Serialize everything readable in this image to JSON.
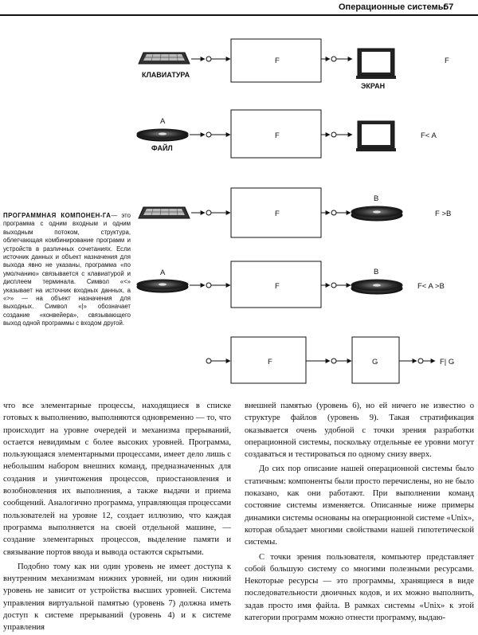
{
  "header": {
    "section_title": "Операционные системы",
    "page_number": "57"
  },
  "diagram": {
    "labels": {
      "keyboard": "КЛАВИАТУРА",
      "screen": "ЭКРАН",
      "file": "ФАЙЛ",
      "file_a": "A",
      "disk_b": "B",
      "box_f": "F",
      "box_g": "G"
    },
    "formulas": [
      "F",
      "F< A",
      "F >B",
      "F< A >B",
      "F| G"
    ]
  },
  "sidenote": {
    "heading": "ПРОГРАММНАЯ КОМПОНЕН-ГА",
    "body": "— это программа с одним входным и одним выходным потоком, структура, облегчающая комбинирование программ и устройств в различных сочетаниях. Если источник данных и объект назначения для выхода явно не указаны, программа «по умолчанию» связывается с клавиатурой и дисплеем терминала. Символ «<» указывает на источник входных данных, а «>» — на объект назначения для выходных. Символ «|» обозначает создание «конвейера», связывающего выход одной программы с входом другой."
  },
  "left_column": {
    "p1": "что все элементарные процессы, находящиеся в списке готовых к выполнению, выполняются одновременно — то, что происходит на уровне очередей и механизма прерываний, остается невидимым с более высоких уровней. Программа, пользующаяся элементарными процессами, имеет дело лишь с небольшим набором внешних команд, предназначенных для создания и уничтожения процессов, приостановления и возобновления их выполнения, а также выдачи и приема сообщений. Аналогично программа, управляющая процессами пользователей на уровне 12, создает иллюзию, что каждая программа выполняется на своей отдельной машине, — создание элементарных процессов, выделение памяти и связывание портов ввода и вывода остаются скрытыми.",
    "p2": "Подобно тому как ни один уровень не имеет доступа к внутренним механизмам нижних уровней, ни один нижний уровень не зависит от устройства высших уровней. Система управления виртуальной памятью (уровень 7) должна иметь доступ к системе прерываний (уровень 4) и к системе управления"
  },
  "right_column": {
    "p1": "внешней памятью (уровень 6), но ей ничего не известно о структуре файлов (уровень 9). Такая стратификация оказывается очень удобной с точки зрения разработки операционной системы, поскольку отдельные ее уровни могут создаваться и тестироваться по одному снизу вверх.",
    "p2": "До сих пор описание нашей операционной системы было статичным: компоненты были просто перечислены, но не было показано, как они работают. При выполнении команд состояние системы изменяется. Описанные ниже примеры динамики системы основаны на операционной системе «Unix», которая обладает многими свойствами нашей гипотетической системы.",
    "p3": "С точки зрения пользователя, компьютер представляет собой большую систему со многими полезными ресурсами. Некоторые ресурсы — это программы, хранящиеся в виде последовательности двоичных кодов, и их можно выполнить, задав просто имя файла. В рамках системы «Unix» к этой категории программ можно отнести программу, выдаю-"
  }
}
